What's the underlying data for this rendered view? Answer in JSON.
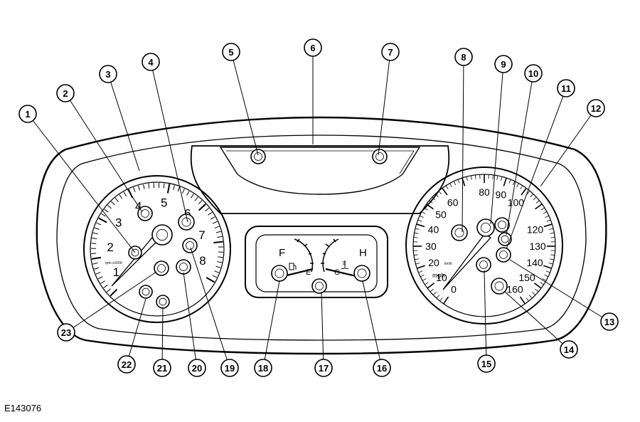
{
  "figure_id": "E143076",
  "callouts": [
    "1",
    "2",
    "3",
    "4",
    "5",
    "6",
    "7",
    "8",
    "9",
    "10",
    "11",
    "12",
    "13",
    "14",
    "15",
    "16",
    "17",
    "18",
    "19",
    "20",
    "21",
    "22",
    "23"
  ],
  "tachometer": {
    "numbers": [
      "1",
      "2",
      "3",
      "4",
      "5",
      "6",
      "7",
      "8"
    ],
    "unit_label": "rpm x1000"
  },
  "speedometer": {
    "mph_numbers": [
      "0",
      "10",
      "20",
      "30",
      "40",
      "50",
      "60",
      "80",
      "90",
      "100",
      "120",
      "130",
      "140",
      "150",
      "160"
    ],
    "mph_label": "mph",
    "kmh_label": "km/h"
  },
  "fuel_gauge": {
    "full": "F",
    "empty": "E"
  },
  "temp_gauge": {
    "hot": "H",
    "cold": "C"
  }
}
